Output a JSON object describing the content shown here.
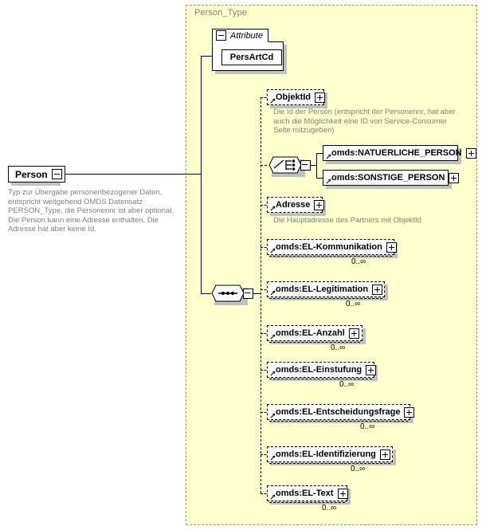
{
  "diagram": {
    "kind": "xml-schema-diagram",
    "background": "#ffffff",
    "container_fill": "#ffffcc",
    "container_border": "#999966",
    "annotation_color": "#808080"
  },
  "root": {
    "name": "Person",
    "toggle": "minus",
    "annotation": "Typ zur Übergabe personenbezogener Daten, entspricht weitgehend OMDS Datensatz PERSON_Type, die Personennr ist aber optional. Die Person kann eine Adresse enthalten. Die Adresse hat aber keine Id."
  },
  "type_box": {
    "title": "Person_Type"
  },
  "attribute_group": {
    "label": "Attribute",
    "toggle": "minus",
    "attributes": [
      {
        "name": "PersArtCd"
      }
    ]
  },
  "compositors": [
    {
      "id": "sequence-root",
      "kind": "sequence",
      "toggle": "minus"
    },
    {
      "id": "choice-person",
      "kind": "choice",
      "toggle": "minus"
    }
  ],
  "elements": [
    {
      "id": "objektid",
      "name": "ObjektId",
      "optional": true,
      "repeating": false,
      "toggle": "plus",
      "cardinality": "",
      "annotation": "Die Id der Person (entspricht der Personennr, hat aber auch die Möglichkeit eine ID von Service-Consumer Seite mitzugeben)"
    },
    {
      "id": "natuerliche-person",
      "name": "omds:NATUERLICHE_PERSON",
      "optional": false,
      "repeating": false,
      "toggle": "plus",
      "cardinality": "",
      "annotation": ""
    },
    {
      "id": "sonstige-person",
      "name": "omds:SONSTIGE_PERSON",
      "optional": false,
      "repeating": false,
      "toggle": "plus",
      "cardinality": "",
      "annotation": ""
    },
    {
      "id": "adresse",
      "name": "Adresse",
      "optional": true,
      "repeating": false,
      "toggle": "plus",
      "cardinality": "",
      "annotation": "Die Hauptadresse des Partners mit ObjektId"
    },
    {
      "id": "el-kommunikation",
      "name": "omds:EL-Kommunikation",
      "optional": true,
      "repeating": true,
      "toggle": "plus",
      "cardinality": "0..∞",
      "annotation": ""
    },
    {
      "id": "el-legitimation",
      "name": "omds:EL-Legitimation",
      "optional": true,
      "repeating": true,
      "toggle": "plus",
      "cardinality": "0..∞",
      "annotation": ""
    },
    {
      "id": "el-anzahl",
      "name": "omds:EL-Anzahl",
      "optional": true,
      "repeating": true,
      "toggle": "plus",
      "cardinality": "0..∞",
      "annotation": ""
    },
    {
      "id": "el-einstufung",
      "name": "omds:EL-Einstufung",
      "optional": true,
      "repeating": true,
      "toggle": "plus",
      "cardinality": "0..∞",
      "annotation": ""
    },
    {
      "id": "el-entscheidungsfrage",
      "name": "omds:EL-Entscheidungsfrage",
      "optional": true,
      "repeating": true,
      "toggle": "plus",
      "cardinality": "0..∞",
      "annotation": ""
    },
    {
      "id": "el-identifizierung",
      "name": "omds:EL-Identifizierung",
      "optional": true,
      "repeating": true,
      "toggle": "plus",
      "cardinality": "0..∞",
      "annotation": ""
    },
    {
      "id": "el-text",
      "name": "omds:EL-Text",
      "optional": true,
      "repeating": true,
      "toggle": "plus",
      "cardinality": "0..∞",
      "annotation": ""
    }
  ]
}
